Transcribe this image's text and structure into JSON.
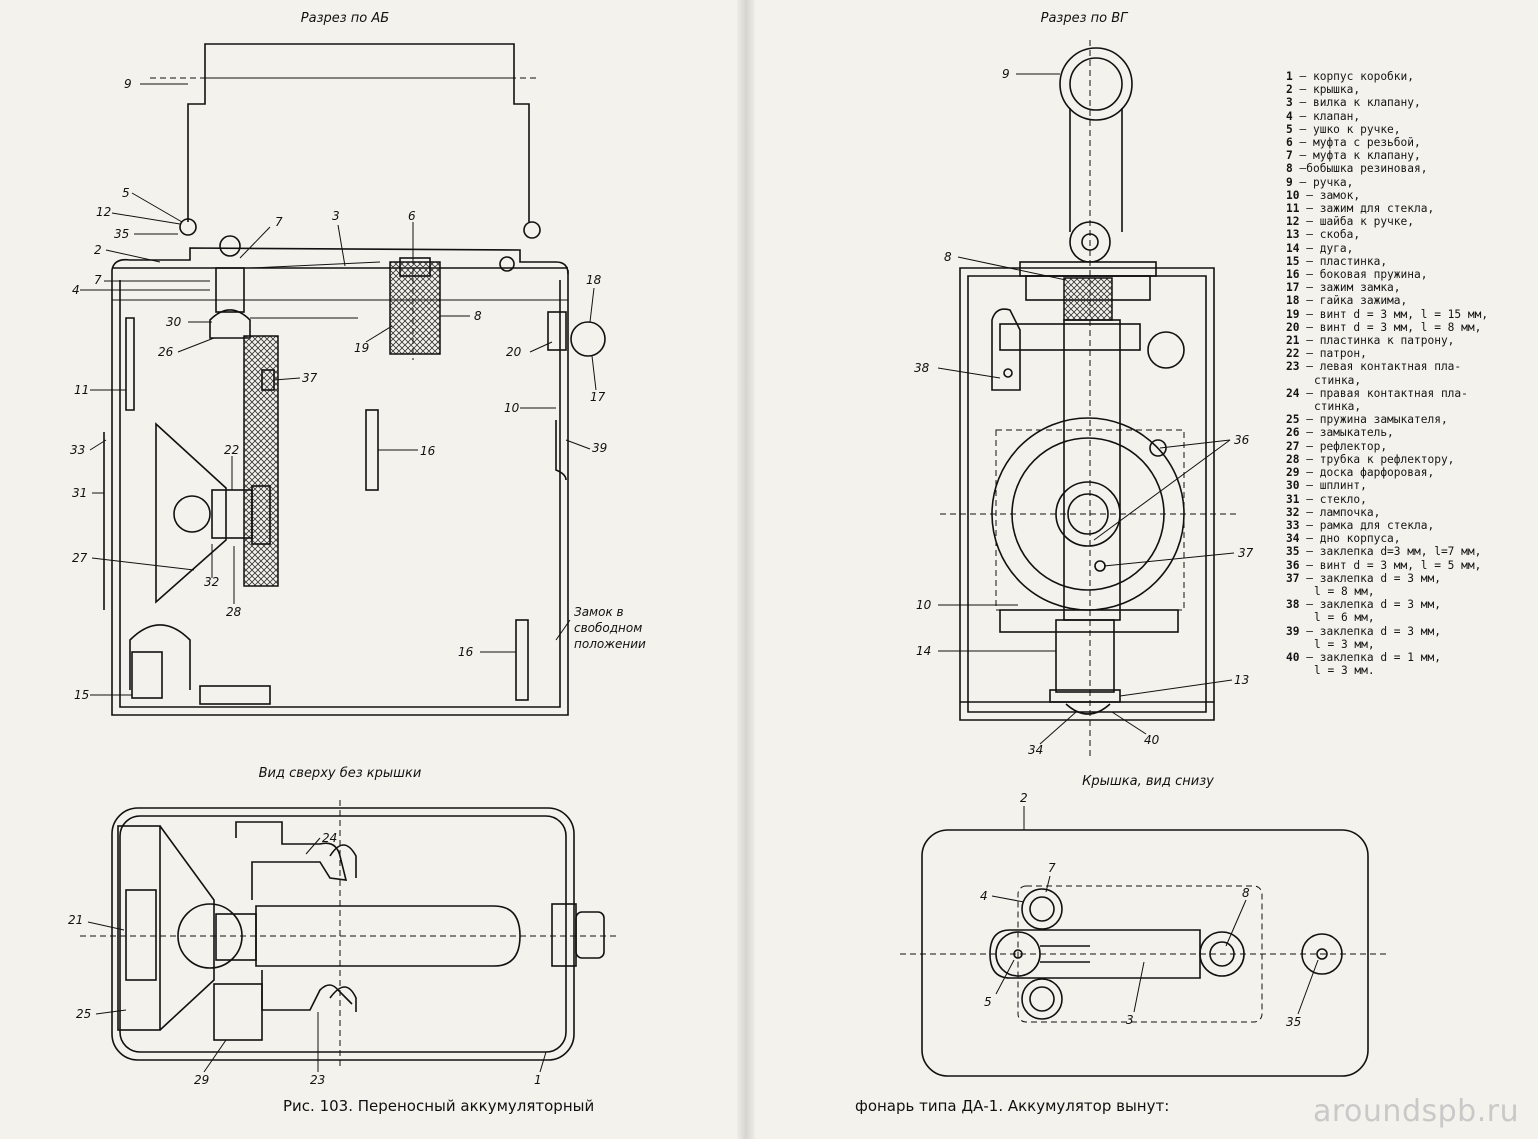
{
  "titles": {
    "section_ab": "Разрез по АБ",
    "section_vg": "Разрез по ВГ",
    "top_view": "Вид сверху без крышки",
    "lid_bottom": "Крышка, вид снизу"
  },
  "captions": {
    "left": "Рис. 103. Переносный аккумуляторный",
    "right": "фонарь типа ДА-1. Аккумулятор вынут:"
  },
  "note_lock": [
    "Замок в",
    "свободном",
    "положении"
  ],
  "watermark": "aroundspb.ru",
  "callouts": {
    "ab": [
      "9",
      "5",
      "12",
      "35",
      "2",
      "7",
      "4",
      "30",
      "26",
      "11",
      "33",
      "31",
      "27",
      "15",
      "7",
      "3",
      "6",
      "8",
      "19",
      "37",
      "22",
      "32",
      "28",
      "16",
      "18",
      "20",
      "17",
      "10",
      "39",
      "16"
    ],
    "vg": [
      "9",
      "8",
      "38",
      "36",
      "10",
      "37",
      "14",
      "13",
      "34",
      "40"
    ],
    "top": [
      "24",
      "21",
      "25",
      "29",
      "23",
      "1"
    ],
    "lid": [
      "2",
      "7",
      "4",
      "8",
      "5",
      "3",
      "35"
    ]
  },
  "legend": [
    {
      "n": "1",
      "t": "— корпус коробки,"
    },
    {
      "n": "2",
      "t": "— крышка,"
    },
    {
      "n": "3",
      "t": "— вилка к клапану,"
    },
    {
      "n": "4",
      "t": "— клапан,"
    },
    {
      "n": "5",
      "t": "— ушко к ручке,"
    },
    {
      "n": "6",
      "t": "— муфта с резьбой,"
    },
    {
      "n": "7",
      "t": "— муфта к клапану,"
    },
    {
      "n": "8",
      "t": "—бобышка резиновая,"
    },
    {
      "n": "9",
      "t": "— ручка,"
    },
    {
      "n": "10",
      "t": "— замок,"
    },
    {
      "n": "11",
      "t": "— зажим для стекла,"
    },
    {
      "n": "12",
      "t": "— шайба к ручке,"
    },
    {
      "n": "13",
      "t": "— скоба,"
    },
    {
      "n": "14",
      "t": "— дуга,"
    },
    {
      "n": "15",
      "t": "— пластинка,"
    },
    {
      "n": "16",
      "t": "— боковая пружина,"
    },
    {
      "n": "17",
      "t": "— зажим замка,"
    },
    {
      "n": "18",
      "t": "— гайка зажима,"
    },
    {
      "n": "19",
      "t": "— винт d = 3 мм, l = 15 мм,"
    },
    {
      "n": "20",
      "t": "— винт d = 3 мм, l = 8 мм,"
    },
    {
      "n": "21",
      "t": "— пластинка к патрону,"
    },
    {
      "n": "22",
      "t": "— патрон,"
    },
    {
      "n": "23",
      "t": "— левая контактная пла-"
    },
    {
      "n": "",
      "t": "стинка,"
    },
    {
      "n": "24",
      "t": "— правая контактная пла-"
    },
    {
      "n": "",
      "t": "стинка,"
    },
    {
      "n": "25",
      "t": "— пружина замыкателя,"
    },
    {
      "n": "26",
      "t": "— замыкатель,"
    },
    {
      "n": "27",
      "t": "— рефлектор,"
    },
    {
      "n": "28",
      "t": "— трубка к рефлектору,"
    },
    {
      "n": "29",
      "t": "— доска фарфоровая,"
    },
    {
      "n": "30",
      "t": "— шплинт,"
    },
    {
      "n": "31",
      "t": "— стекло,"
    },
    {
      "n": "32",
      "t": "— лампочка,"
    },
    {
      "n": "33",
      "t": "— рамка для стекла,"
    },
    {
      "n": "34",
      "t": "— дно корпуса,"
    },
    {
      "n": "35",
      "t": "— заклепка d=3 мм, l=7 мм,"
    },
    {
      "n": "36",
      "t": "— винт d = 3 мм, l = 5 мм,"
    },
    {
      "n": "37",
      "t": "— заклепка d = 3 мм,"
    },
    {
      "n": "",
      "t": "l = 8 мм,"
    },
    {
      "n": "38",
      "t": "— заклепка d = 3 мм,"
    },
    {
      "n": "",
      "t": "l = 6 мм,"
    },
    {
      "n": "39",
      "t": "— заклепка d = 3 мм,"
    },
    {
      "n": "",
      "t": "l = 3 мм,"
    },
    {
      "n": "40",
      "t": "— заклепка d = 1 мм,"
    },
    {
      "n": "",
      "t": "l = 3 мм."
    }
  ]
}
